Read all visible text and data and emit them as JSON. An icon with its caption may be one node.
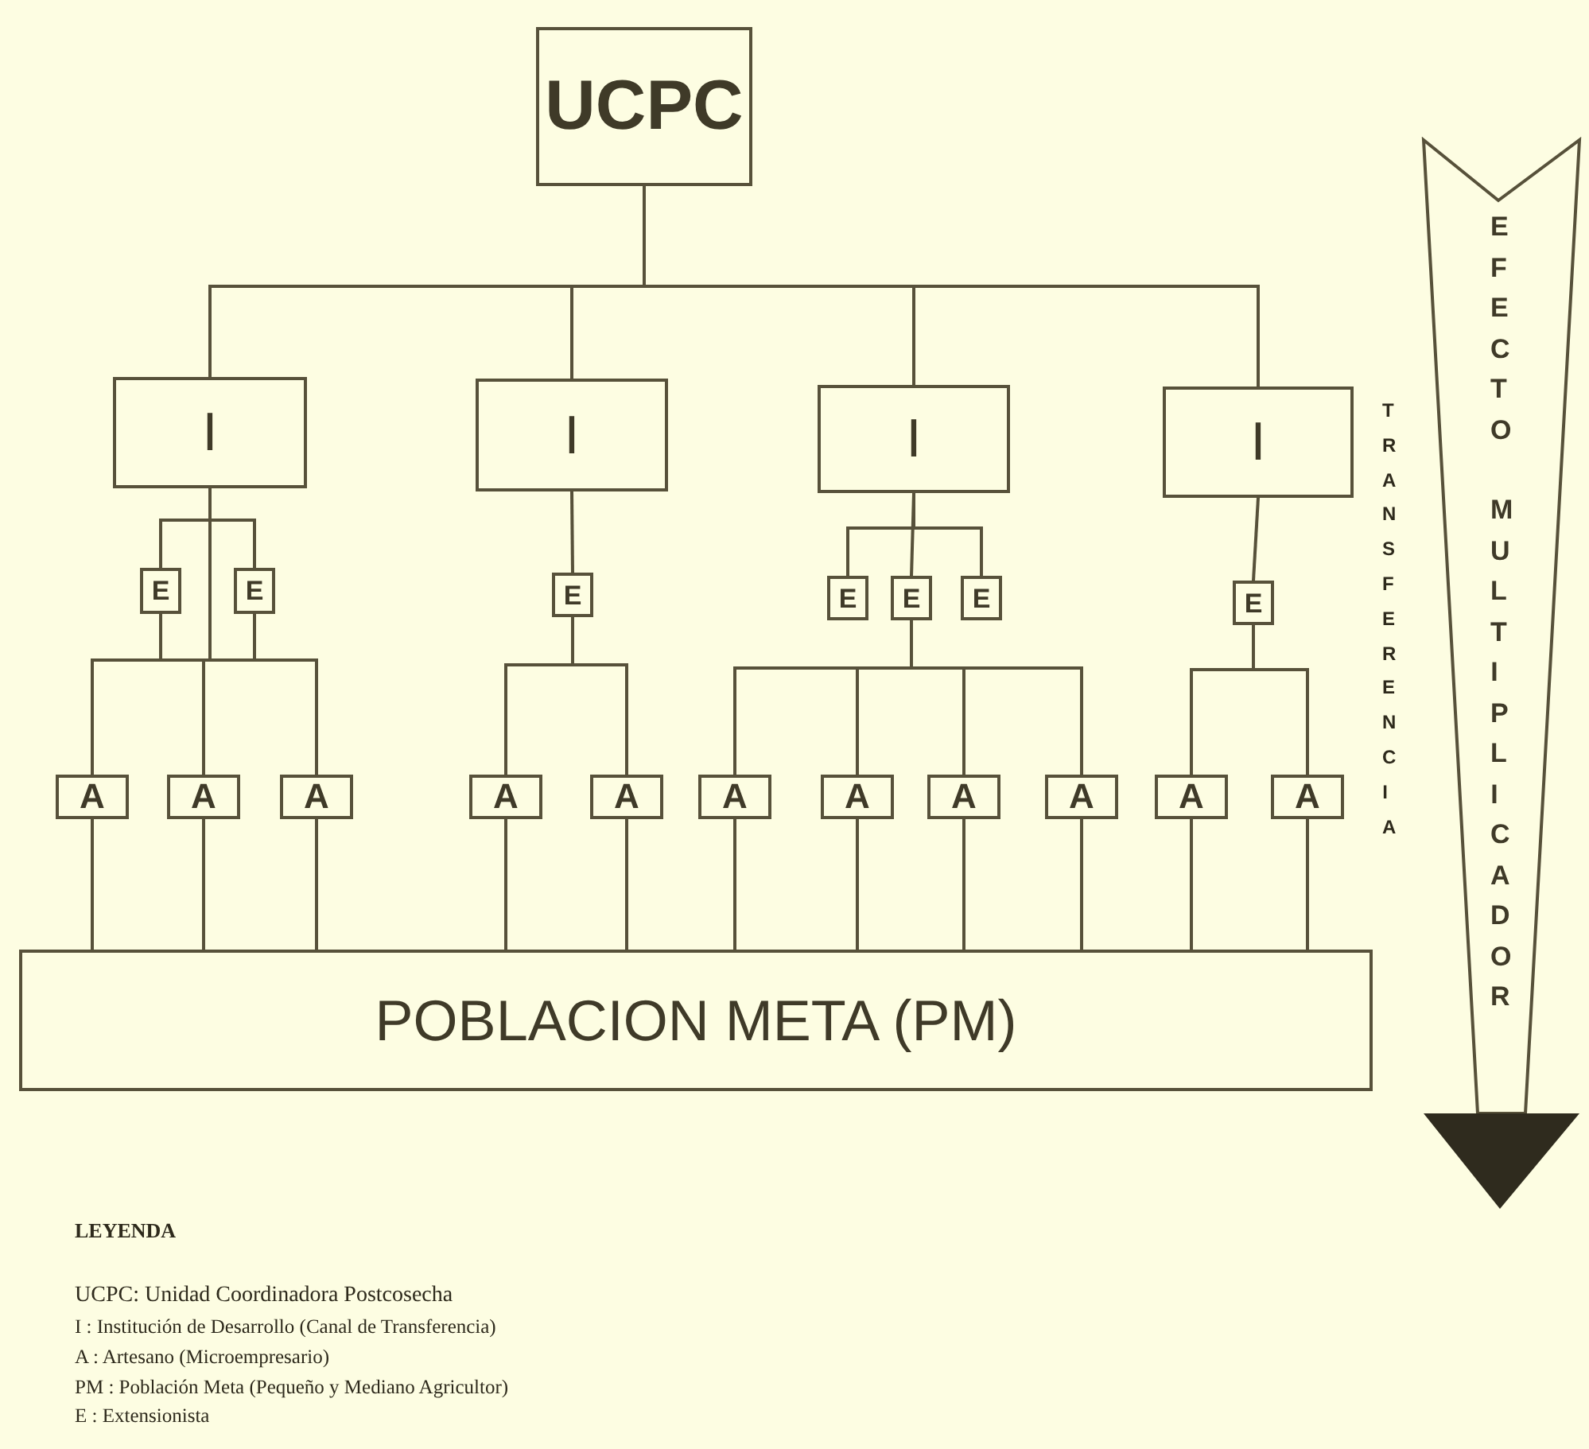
{
  "diagram": {
    "nodes": [
      {
        "text": [
          "UCPC"
        ]
      },
      {
        "text": [
          "I"
        ]
      },
      {
        "text": [
          "I"
        ]
      },
      {
        "text": [
          "I"
        ]
      },
      {
        "text": [
          "I"
        ]
      },
      {
        "text": [
          "E"
        ]
      },
      {
        "text": [
          "E"
        ]
      },
      {
        "text": [
          "E"
        ]
      },
      {
        "text": [
          "E"
        ]
      },
      {
        "text": [
          "E"
        ]
      },
      {
        "text": [
          "E"
        ]
      },
      {
        "text": [
          "E"
        ]
      },
      {
        "text": [
          "A"
        ]
      },
      {
        "text": [
          "A"
        ]
      },
      {
        "text": [
          "A"
        ]
      },
      {
        "text": [
          "A"
        ]
      },
      {
        "text": [
          "A"
        ]
      },
      {
        "text": [
          "A"
        ]
      },
      {
        "text": [
          "A"
        ]
      },
      {
        "text": [
          "A"
        ]
      },
      {
        "text": [
          "A"
        ]
      },
      {
        "text": [
          "A"
        ]
      },
      {
        "text": [
          "A"
        ]
      },
      {
        "text": [
          "POBLACION META (PM)"
        ]
      },
      {
        "text": [
          "EFECTO",
          "MULTIPLICADOR"
        ]
      }
    ],
    "edges": [
      {
        "from": 0,
        "to": 1,
        "arrow": "none"
      },
      {
        "from": 0,
        "to": 2,
        "arrow": "none"
      },
      {
        "from": 0,
        "to": 3,
        "arrow": "none"
      },
      {
        "from": 0,
        "to": 4,
        "arrow": "none"
      },
      {
        "from": 1,
        "to": 5,
        "arrow": "none"
      },
      {
        "from": 1,
        "to": 6,
        "arrow": "none"
      },
      {
        "from": 1,
        "to": 12,
        "arrow": "none"
      },
      {
        "from": 1,
        "to": 13,
        "arrow": "none"
      },
      {
        "from": 1,
        "to": 14,
        "arrow": "none"
      },
      {
        "from": 5,
        "to": 12,
        "arrow": "none"
      },
      {
        "from": 5,
        "to": 13,
        "arrow": "none"
      },
      {
        "from": 5,
        "to": 14,
        "arrow": "none"
      },
      {
        "from": 6,
        "to": 12,
        "arrow": "none"
      },
      {
        "from": 6,
        "to": 13,
        "arrow": "none"
      },
      {
        "from": 6,
        "to": 14,
        "arrow": "none"
      },
      {
        "from": 2,
        "to": 7,
        "arrow": "none"
      },
      {
        "from": 7,
        "to": 15,
        "arrow": "none"
      },
      {
        "from": 7,
        "to": 16,
        "arrow": "none"
      },
      {
        "from": 3,
        "to": 8,
        "arrow": "none"
      },
      {
        "from": 3,
        "to": 9,
        "arrow": "none"
      },
      {
        "from": 3,
        "to": 10,
        "arrow": "none"
      },
      {
        "from": 9,
        "to": 17,
        "arrow": "none"
      },
      {
        "from": 9,
        "to": 18,
        "arrow": "none"
      },
      {
        "from": 9,
        "to": 19,
        "arrow": "none"
      },
      {
        "from": 9,
        "to": 20,
        "arrow": "none"
      },
      {
        "from": 4,
        "to": 11,
        "arrow": "none"
      },
      {
        "from": 11,
        "to": 21,
        "arrow": "none"
      },
      {
        "from": 11,
        "to": 22,
        "arrow": "none"
      },
      {
        "from": 12,
        "to": 23,
        "arrow": "none"
      },
      {
        "from": 13,
        "to": 23,
        "arrow": "none"
      },
      {
        "from": 14,
        "to": 23,
        "arrow": "none"
      },
      {
        "from": 15,
        "to": 23,
        "arrow": "none"
      },
      {
        "from": 16,
        "to": 23,
        "arrow": "none"
      },
      {
        "from": 17,
        "to": 23,
        "arrow": "none"
      },
      {
        "from": 18,
        "to": 23,
        "arrow": "none"
      },
      {
        "from": 19,
        "to": 23,
        "arrow": "none"
      },
      {
        "from": 20,
        "to": 23,
        "arrow": "none"
      },
      {
        "from": 21,
        "to": 23,
        "arrow": "none"
      },
      {
        "from": 22,
        "to": 23,
        "arrow": "none"
      }
    ],
    "labels": [
      "TRANSFERENCIA",
      "LEYENDA",
      "UCPC: Unidad Coordinadora Postcosecha",
      "I : Institución de Desarrollo (Canal de Transferencia)",
      "A : Artesano (Microempresario)",
      "PM : Población Meta (Pequeño y Mediano Agricultor)",
      "E : Extensionista"
    ]
  }
}
